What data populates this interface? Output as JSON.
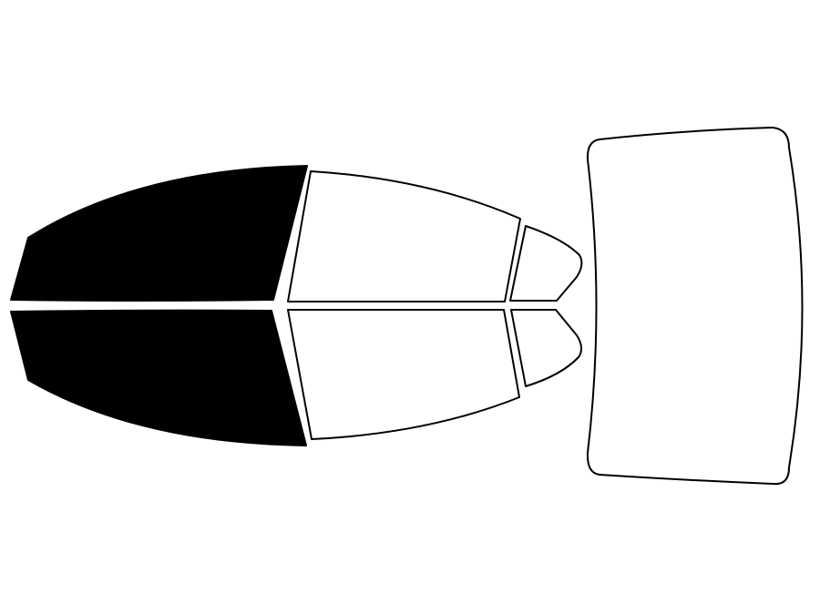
{
  "diagram": {
    "colors": {
      "background": "#ffffff",
      "outline": "#000000",
      "tinted_fill": "#000000",
      "clear_fill": "#ffffff"
    },
    "windows": [
      {
        "id": "front-left",
        "tinted": true
      },
      {
        "id": "front-right",
        "tinted": true
      },
      {
        "id": "rear-left",
        "tinted": false
      },
      {
        "id": "rear-right",
        "tinted": false
      },
      {
        "id": "quarter-left",
        "tinted": false
      },
      {
        "id": "quarter-right",
        "tinted": false
      },
      {
        "id": "rear-windshield",
        "tinted": false
      }
    ]
  }
}
